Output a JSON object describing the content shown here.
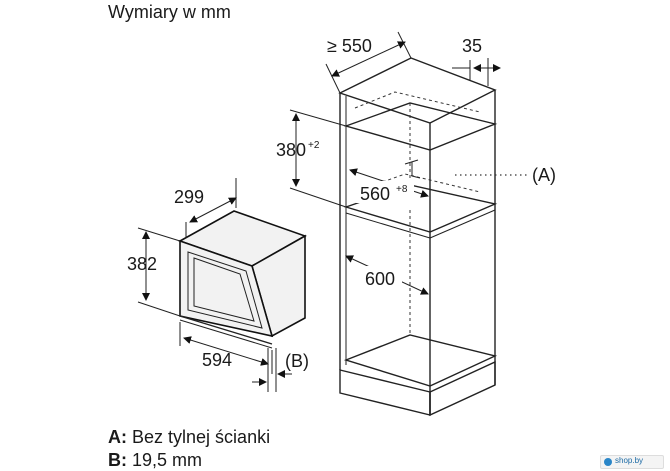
{
  "title": "Wymiary w mm",
  "dimensions": {
    "cabinet_depth": "≥ 550",
    "side_gap": "35",
    "niche_height": "380",
    "niche_height_tol": "+2",
    "niche_width": "560",
    "niche_width_tol": "+8",
    "cabinet_inner_width": "600",
    "oven_depth": "299",
    "oven_height": "382",
    "oven_width": "594"
  },
  "markers": {
    "a": "(A)",
    "b": "(B)"
  },
  "legend": [
    {
      "key": "A:",
      "text": "Bez tylnej ścianki"
    },
    {
      "key": "B:",
      "text": "19,5 mm"
    }
  ],
  "watermark": "shop.by"
}
